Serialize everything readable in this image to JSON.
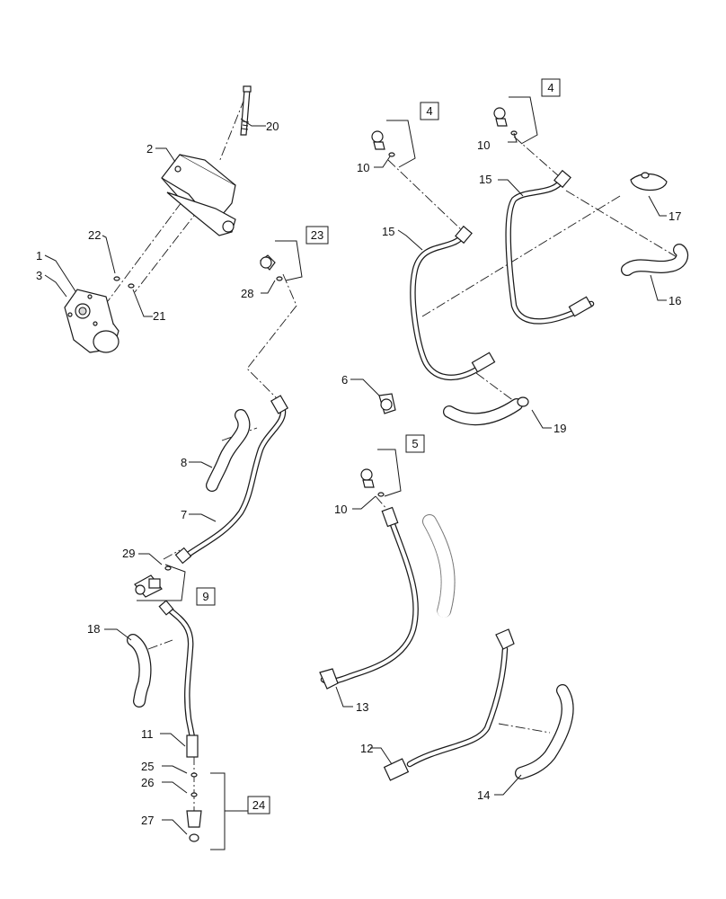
{
  "callouts": {
    "c1": "1",
    "c2": "2",
    "c3": "3",
    "c6": "6",
    "c7": "7",
    "c8": "8",
    "c10a": "10",
    "c10b": "10",
    "c10c": "10",
    "c11": "11",
    "c12": "12",
    "c13": "13",
    "c14": "14",
    "c15a": "15",
    "c15b": "15",
    "c16": "16",
    "c17": "17",
    "c18": "18",
    "c19": "19",
    "c20": "20",
    "c21": "21",
    "c22": "22",
    "c25": "25",
    "c26": "26",
    "c27": "27",
    "c28": "28",
    "c29": "29"
  },
  "references": {
    "r4a": "4",
    "r4b": "4",
    "r5": "5",
    "r9": "9",
    "r23": "23",
    "r24": "24"
  }
}
